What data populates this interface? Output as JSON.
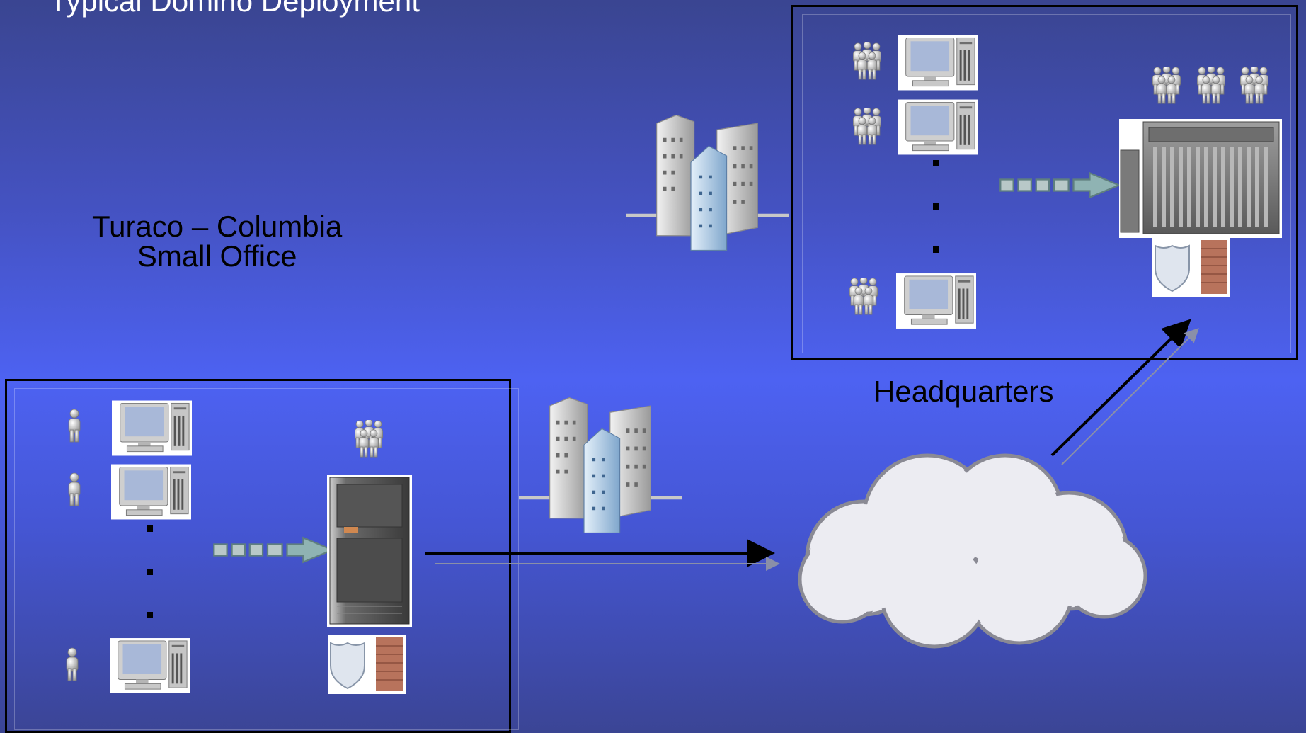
{
  "slide": {
    "title": "Typical Domino Deployment"
  },
  "labels": {
    "small_office_line1": "Turaco – Columbia",
    "small_office_line2": "Small Office",
    "headquarters": "Headquarters"
  },
  "colors": {
    "background": "#4d62f2",
    "box_border": "#000000",
    "cloud": "#e6e6ec"
  },
  "icons": {
    "user": "person-icon",
    "group": "user-group-icon",
    "workstation": "desktop-computer-icon",
    "server": "tower-server-icon",
    "mainframe": "rack-server-icon",
    "firewall": "firewall-icon",
    "shield": "shield-icon",
    "buildings": "office-buildings-icon",
    "network": "internet-cloud-icon",
    "flow": "data-flow-arrow-icon"
  }
}
